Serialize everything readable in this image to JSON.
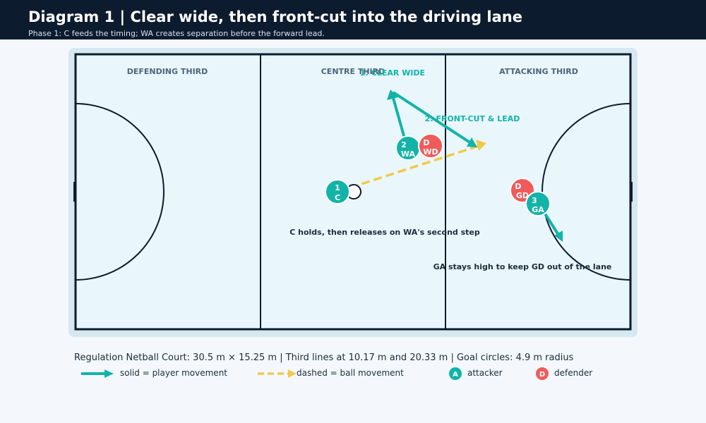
{
  "header": {
    "title": "Diagram 1 | Clear wide, then front-cut into the driving lane",
    "subtitle": "Phase 1: C feeds the timing; WA creates separation before the forward lead."
  },
  "court": {
    "thirds": [
      "DEFENDING THIRD",
      "CENTRE THIRD",
      "ATTACKING THIRD"
    ]
  },
  "players": [
    {
      "num": "1",
      "pos": "C",
      "team": "attacker"
    },
    {
      "num": "2",
      "pos": "WA",
      "team": "attacker"
    },
    {
      "num": "",
      "pos": "D\nWD",
      "team": "defender"
    },
    {
      "num": "",
      "pos": "D\nGD",
      "team": "defender"
    },
    {
      "num": "3",
      "pos": "GA",
      "team": "attacker"
    }
  ],
  "annotations": {
    "step1": "1: CLEAR WIDE",
    "step2": "2: FRONT-CUT & LEAD",
    "c_note": "C holds, then releases on WA's second step",
    "ga_note": "GA stays high to keep GD out of the lane"
  },
  "footer": {
    "note": "Regulation Netball Court: 30.5 m × 15.25 m | Third lines at 10.17 m and 20.33 m | Goal circles: 4.9 m radius"
  },
  "legend": {
    "solid": "solid = player movement",
    "dashed": "dashed = ball movement",
    "attacker_letter": "A",
    "attacker_label": "attacker",
    "defender_letter": "D",
    "defender_label": "defender"
  },
  "colors": {
    "attacker": "#12b3a8",
    "defender": "#ef5b5b",
    "ball": "#f2c94c",
    "lines": "#0d1b2e",
    "court": "#e9f7fd"
  }
}
